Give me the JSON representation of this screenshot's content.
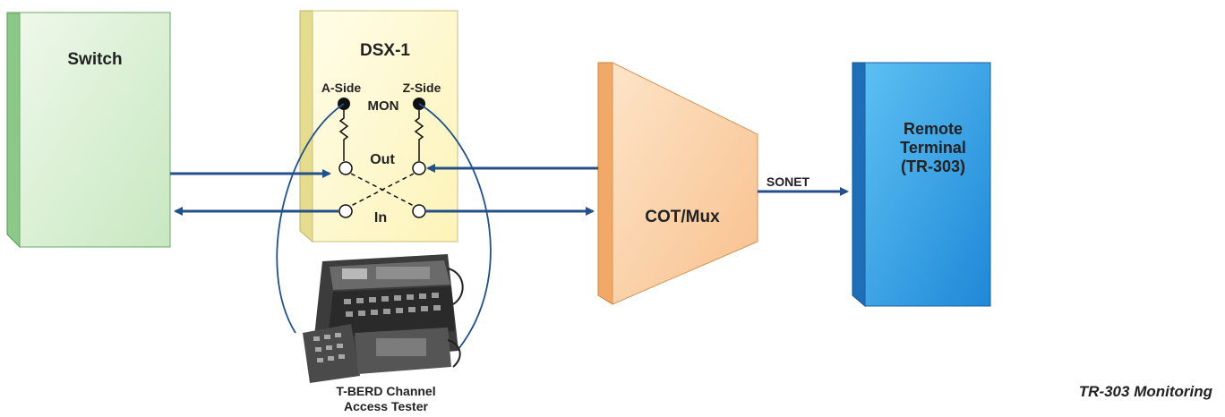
{
  "switch": {
    "label": "Switch"
  },
  "dsx": {
    "title": "DSX-1",
    "a_side": "A-Side",
    "z_side": "Z-Side",
    "mon": "MON",
    "out": "Out",
    "in": "In"
  },
  "mux": {
    "label": "COT/Mux"
  },
  "link": {
    "label": "SONET"
  },
  "remote": {
    "line1": "Remote",
    "line2": "Terminal",
    "line3": "(TR-303)"
  },
  "tester": {
    "line1": "T-BERD Channel",
    "line2": "Access Tester"
  },
  "caption": "TR-303 Monitoring",
  "colors": {
    "switch_face": "#e6f4e0",
    "switch_side": "#8cc88a",
    "dsx_face": "#fffbd6",
    "dsx_side": "#e6dc90",
    "mux_face": "#fbd6b0",
    "mux_side": "#f2a866",
    "remote_face": "#3aa6e6",
    "remote_side": "#1e6fb8",
    "arrow": "#24508a"
  }
}
